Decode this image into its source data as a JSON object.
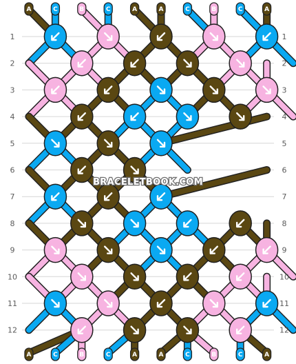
{
  "watermark": "BRACELETBOOK.COM",
  "colors": {
    "A": "#5a4712",
    "B": "#f7b3e1",
    "C": "#0aa9f2"
  },
  "strings_top": [
    "A",
    "C",
    "B",
    "C",
    "A",
    "A",
    "C",
    "B",
    "C",
    "A"
  ],
  "strings_bottom": [
    "A",
    "C",
    "B",
    "C",
    "A",
    "A",
    "C",
    "B",
    "C",
    "A"
  ],
  "row_labels": [
    "1",
    "2",
    "3",
    "4",
    "5",
    "6",
    "7",
    "8",
    "9",
    "10",
    "11",
    "12"
  ],
  "knots": [
    [
      {
        "color": "C",
        "dir": "sw"
      },
      {
        "color": "B",
        "dir": "se"
      },
      {
        "color": "A",
        "dir": "sw"
      },
      {
        "color": "B",
        "dir": "se"
      },
      {
        "color": "C",
        "dir": "sw"
      }
    ],
    [
      {
        "color": "B",
        "dir": "sw"
      },
      {
        "color": "A",
        "dir": "sw"
      },
      {
        "color": "A",
        "dir": "se"
      },
      {
        "color": "B",
        "dir": "se"
      }
    ],
    [
      {
        "color": "B",
        "dir": "sw"
      },
      {
        "color": "A",
        "dir": "sw"
      },
      {
        "color": "C",
        "dir": "se"
      },
      {
        "color": "A",
        "dir": "se"
      },
      {
        "color": "B",
        "dir": "se"
      }
    ],
    [
      {
        "color": "A",
        "dir": "sw"
      },
      {
        "color": "C",
        "dir": "sw"
      },
      {
        "color": "C",
        "dir": "se"
      },
      {
        "color": "A",
        "dir": "se"
      }
    ],
    [
      {
        "color": "C",
        "dir": "se"
      },
      {
        "color": "A",
        "dir": "se"
      },
      {
        "color": "C",
        "dir": "se"
      }
    ],
    [
      {
        "color": "A",
        "dir": "sw"
      },
      {
        "color": "A",
        "dir": "se"
      }
    ],
    [
      {
        "color": "C",
        "dir": "sw"
      },
      {
        "color": "A",
        "dir": "sw"
      },
      {
        "color": "C",
        "dir": "sw"
      }
    ],
    [
      {
        "color": "A",
        "dir": "se"
      },
      {
        "color": "C",
        "dir": "se"
      },
      {
        "color": "C",
        "dir": "sw"
      },
      {
        "color": "A",
        "dir": "sw"
      }
    ],
    [
      {
        "color": "B",
        "dir": "se"
      },
      {
        "color": "A",
        "dir": "se"
      },
      {
        "color": "C",
        "dir": "se"
      },
      {
        "color": "A",
        "dir": "sw"
      },
      {
        "color": "B",
        "dir": "sw"
      }
    ],
    [
      {
        "color": "B",
        "dir": "se"
      },
      {
        "color": "A",
        "dir": "se"
      },
      {
        "color": "A",
        "dir": "sw"
      },
      {
        "color": "B",
        "dir": "sw"
      }
    ],
    [
      {
        "color": "C",
        "dir": "se"
      },
      {
        "color": "B",
        "dir": "se"
      },
      {
        "color": "A",
        "dir": "sw"
      },
      {
        "color": "B",
        "dir": "se"
      },
      {
        "color": "C",
        "dir": "sw"
      }
    ],
    [
      {
        "color": "B",
        "dir": "sw"
      },
      {
        "color": "A",
        "dir": "se"
      },
      {
        "color": "A",
        "dir": "se"
      },
      {
        "color": "B",
        "dir": "sw"
      }
    ]
  ]
}
